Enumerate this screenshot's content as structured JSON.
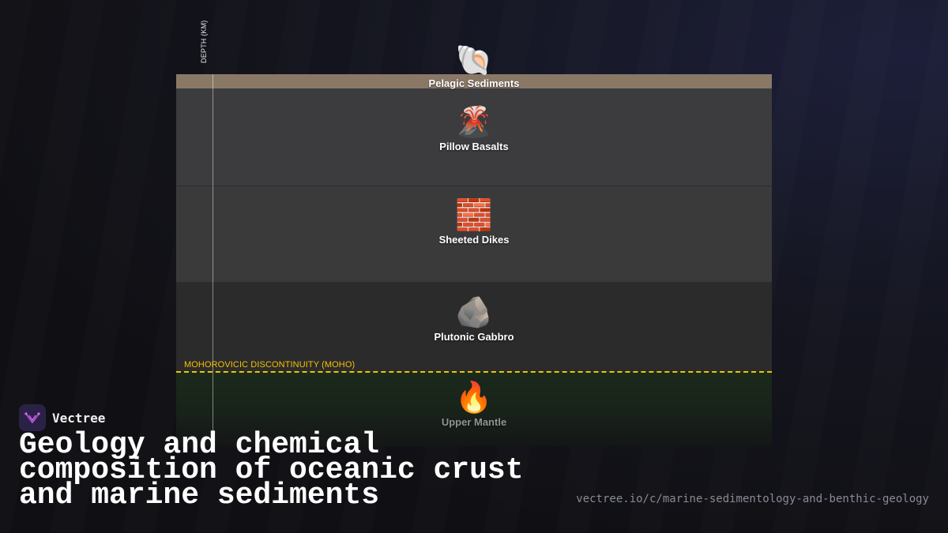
{
  "diagram": {
    "axis_label": "DEPTH (KM)",
    "moho_label": "MOHOROVICIC DISCONTINUITY (MOHO)",
    "colors": {
      "moho": "#f2c200",
      "sediments": "#8a7867"
    },
    "layers": [
      {
        "label": "Pelagic Sediments",
        "icon": "spiral-shell-icon",
        "glyph": "🐚"
      },
      {
        "label": "Pillow Basalts",
        "icon": "volcano-icon",
        "glyph": "🌋"
      },
      {
        "label": "Sheeted Dikes",
        "icon": "brick-icon",
        "glyph": "🧱"
      },
      {
        "label": "Plutonic Gabbro",
        "icon": "rock-icon",
        "glyph": "🪨"
      },
      {
        "label": "Upper Mantle",
        "icon": "fire-icon",
        "glyph": "🔥"
      }
    ]
  },
  "brand": {
    "name": "Vectree",
    "logo_icon": "vectree-logo-icon"
  },
  "title": "Geology and chemical composition of oceanic crust and marine sediments",
  "url": "vectree.io/c/marine-sedimentology-and-benthic-geology"
}
